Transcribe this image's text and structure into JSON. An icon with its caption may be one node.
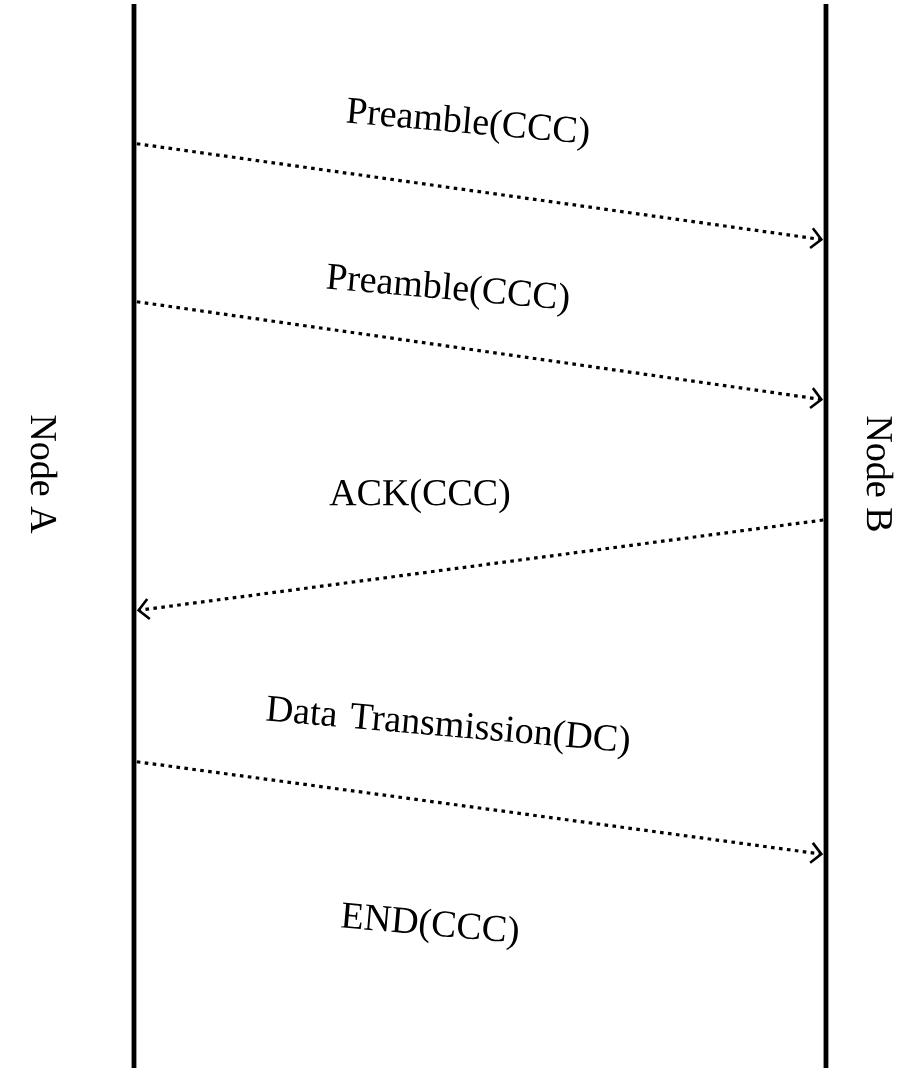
{
  "diagram": {
    "nodes": [
      {
        "text": [
          "Node A"
        ]
      },
      {
        "text": [
          "Node B"
        ]
      }
    ],
    "edges": [
      {
        "from": 0,
        "to": 1,
        "arrow": "to",
        "label": "Preamble(CCC)"
      },
      {
        "from": 0,
        "to": 1,
        "arrow": "to",
        "label": "Preamble(CCC)"
      },
      {
        "from": 1,
        "to": 0,
        "arrow": "to",
        "label": "ACK(CCC)"
      },
      {
        "from": 0,
        "to": 1,
        "arrow": "to",
        "label": "Data Transmission(DC)"
      }
    ],
    "labels": [
      "END(CCC)"
    ]
  }
}
